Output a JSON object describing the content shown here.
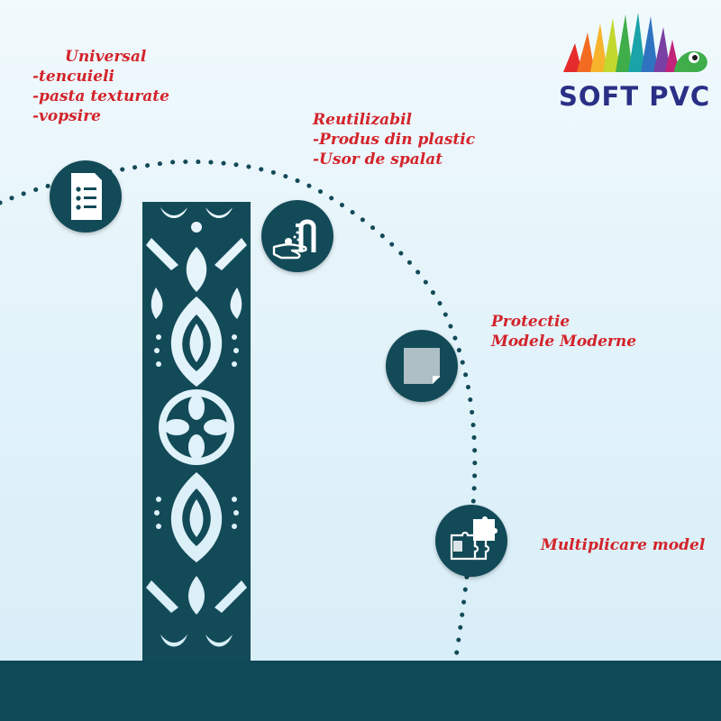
{
  "brand": {
    "name": "SOFT PVC",
    "color": "#2a2f86"
  },
  "colors": {
    "accent_text": "#d3232a",
    "icon_circle": "#124a58",
    "band": "#0f4957",
    "pattern": "#124a58"
  },
  "features": [
    {
      "icon": "document-list-icon",
      "lines": [
        "Universal",
        "-tencuieli",
        "-pasta texturate",
        "-vopsire"
      ]
    },
    {
      "icon": "hand-washing-icon",
      "lines": [
        "Reutilizabil",
        "-Produs din plastic",
        "-Usor de spalat"
      ]
    },
    {
      "icon": "stencil-sheet-icon",
      "lines": [
        "Protectie",
        "Modele Moderne"
      ]
    },
    {
      "icon": "puzzle-icon",
      "lines": [
        "Multiplicare model"
      ]
    }
  ]
}
